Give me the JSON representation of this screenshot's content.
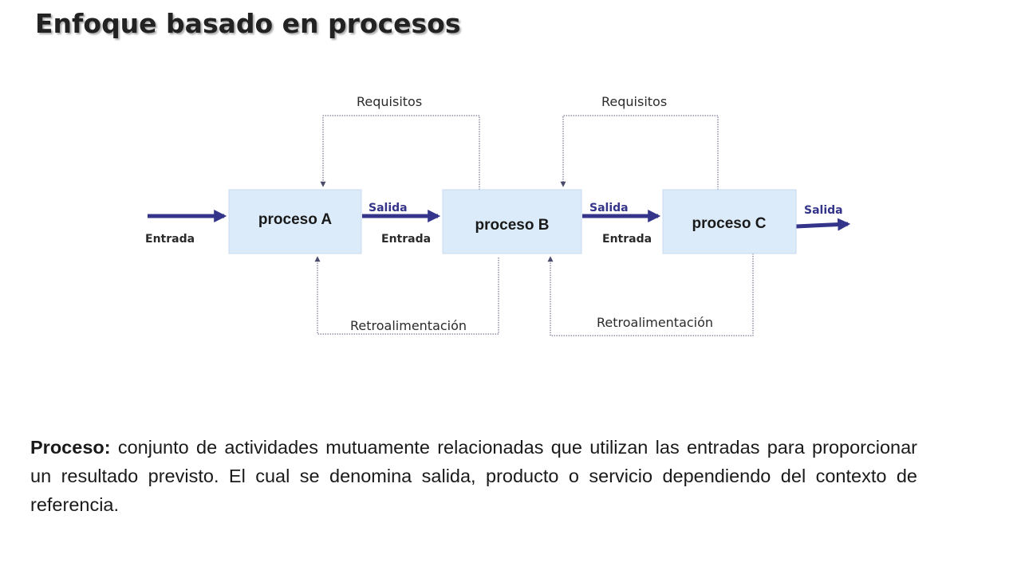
{
  "title": "Enfoque basado en procesos",
  "diagram": {
    "processes": [
      "proceso A",
      "proceso B",
      "proceso C"
    ],
    "entrada_label": "Entrada",
    "salida_label": "Salida",
    "requisitos_label": "Requisitos",
    "retro_label": "Retroalimentación"
  },
  "description": {
    "term": "Proceso:",
    "text": " conjunto de actividades mutuamente relacionadas que utilizan las entradas para proporcionar un resultado previsto. El cual se denomina salida, producto o servicio dependiendo del contexto de referencia."
  },
  "colors": {
    "box_fill": "#dcebfa",
    "arrow": "#34348a",
    "salida_text": "#34348a"
  }
}
